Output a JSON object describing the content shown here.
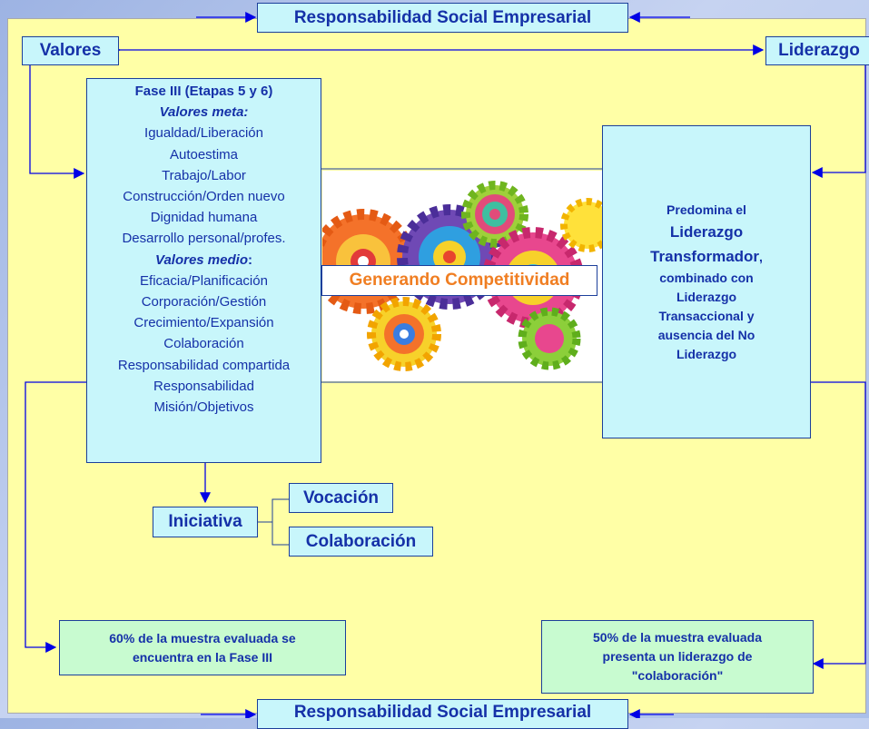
{
  "title_top": "Responsabilidad Social Empresarial",
  "title_bottom": "Responsabilidad Social Empresarial",
  "valores_label": "Valores",
  "liderazgo_label": "Liderazgo",
  "fase": {
    "heading": "Fase III (Etapas 5 y 6)",
    "meta_heading": "Valores meta:",
    "meta_items": [
      "Igualdad/Liberación",
      "Autoestima",
      "Trabajo/Labor",
      "Construcción/Orden nuevo",
      "Dignidad humana",
      "Desarrollo personal/profes."
    ],
    "medio_heading": "Valores medio",
    "medio_colon": ":",
    "medio_items": [
      "Eficacia/Planificación",
      "Corporación/Gestión",
      "Crecimiento/Expansión",
      "Colaboración",
      "Responsabilidad compartida",
      "Responsabilidad",
      "Misión/Objetivos"
    ]
  },
  "center_label": "Generando Competitividad",
  "liderazgo_box": {
    "l1": "Predomina el",
    "l2": "Liderazgo",
    "l3": "Transformador",
    "l3_suffix": ",",
    "l4": "combinado con",
    "l5": "Liderazgo",
    "l6": "Transaccional y",
    "l7": "ausencia del No",
    "l8": "Liderazgo"
  },
  "iniciativa_label": "Iniciativa",
  "vocacion_label": "Vocación",
  "colaboracion_label": "Colaboración",
  "stat_left": {
    "line1": "60% de la muestra evaluada se",
    "line2": "encuentra en la Fase III"
  },
  "stat_right": {
    "line1": "50% de la muestra evaluada",
    "line2": "presenta un liderazgo de",
    "line3": "\"colaboración\""
  },
  "colors": {
    "panel": "#ffffa6",
    "box_fill": "#c8f6fb",
    "green_fill": "#c8fbd0",
    "text": "#1531a8",
    "arrow": "#0000e6",
    "center_text": "#f07e22"
  }
}
